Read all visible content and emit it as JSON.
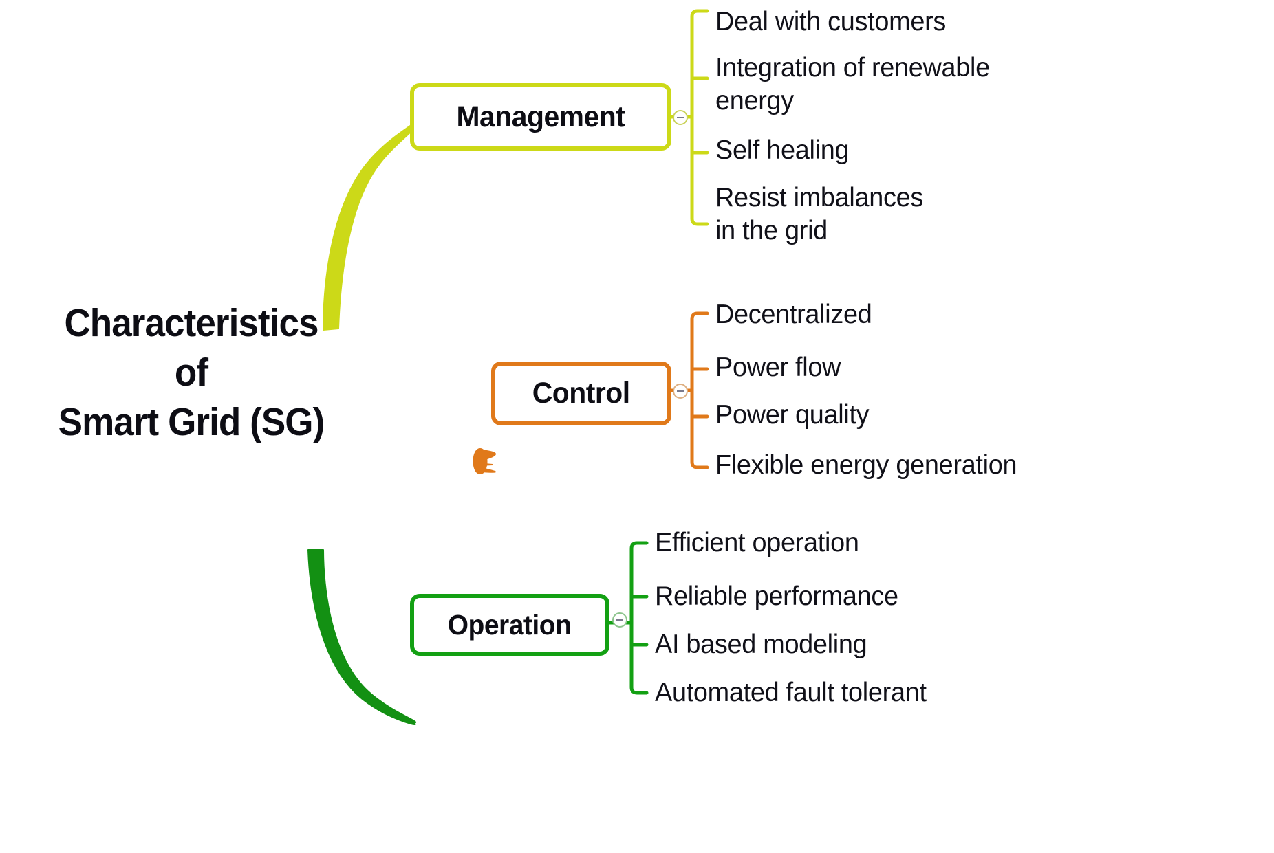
{
  "diagram": {
    "title": "Characteristics of Smart Grid (SG)",
    "type": "mind-map",
    "background_color": "#ffffff",
    "text_color": "#101018"
  },
  "root": {
    "lines": [
      "Characteristics",
      "of",
      "Smart Grid (SG)"
    ],
    "full_text": "Characteristics of Smart Grid (SG)"
  },
  "branches": [
    {
      "id": "management",
      "label": "Management",
      "color": "#ccd918",
      "toggle_icon": "collapse-minus-icon",
      "children": [
        {
          "label": "Deal with customers"
        },
        {
          "label": "Integration of renewable\nenergy"
        },
        {
          "label": "Self healing"
        },
        {
          "label": "Resist imbalances\nin the grid"
        }
      ]
    },
    {
      "id": "control",
      "label": "Control",
      "color": "#e0791a",
      "toggle_icon": "collapse-minus-icon",
      "children": [
        {
          "label": "Decentralized"
        },
        {
          "label": "Power flow"
        },
        {
          "label": "Power quality"
        },
        {
          "label": "Flexible energy generation"
        }
      ]
    },
    {
      "id": "operation",
      "label": "Operation",
      "color": "#13a013",
      "toggle_icon": "collapse-minus-icon",
      "children": [
        {
          "label": "Efficient operation"
        },
        {
          "label": "Reliable performance"
        },
        {
          "label": "AI based modeling"
        },
        {
          "label": "Automated fault tolerant"
        }
      ]
    }
  ]
}
